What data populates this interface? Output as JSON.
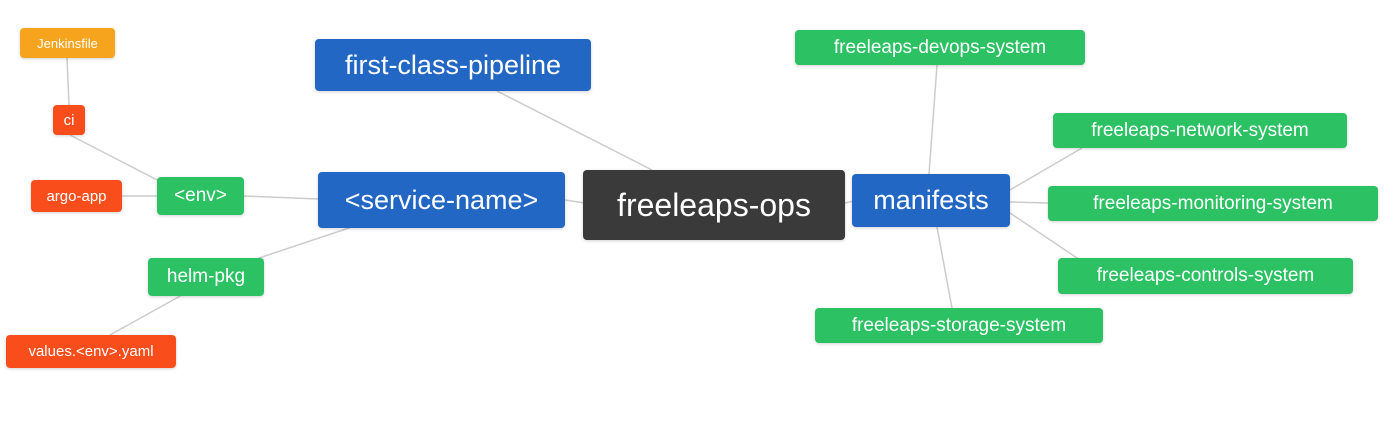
{
  "diagram": {
    "background_color": "#ffffff",
    "edge_color": "#cccccc",
    "colors": {
      "blue": "#2267c4",
      "green": "#2cc263",
      "orange": "#f6a41d",
      "red_orange": "#f94d1c",
      "dark": "#3a3a3a"
    },
    "nodes": {
      "freeleaps_ops": {
        "label": "freeleaps-ops",
        "color": "#3a3a3a"
      },
      "first_class_pipeline": {
        "label": "first-class-pipeline",
        "color": "#2267c4"
      },
      "service_name": {
        "label": "<service-name>",
        "color": "#2267c4"
      },
      "manifests": {
        "label": "manifests",
        "color": "#2267c4"
      },
      "env": {
        "label": "<env>",
        "color": "#2cc263"
      },
      "helm_pkg": {
        "label": "helm-pkg",
        "color": "#2cc263"
      },
      "jenkinsfile": {
        "label": "Jenkinsfile",
        "color": "#f6a41d"
      },
      "ci": {
        "label": "ci",
        "color": "#f94d1c"
      },
      "argo_app": {
        "label": "argo-app",
        "color": "#f94d1c"
      },
      "values_env_yaml": {
        "label": "values.<env>.yaml",
        "color": "#f94d1c"
      },
      "devops_system": {
        "label": "freeleaps-devops-system",
        "color": "#2cc263"
      },
      "network_system": {
        "label": "freeleaps-network-system",
        "color": "#2cc263"
      },
      "monitoring_system": {
        "label": "freeleaps-monitoring-system",
        "color": "#2cc263"
      },
      "controls_system": {
        "label": "freeleaps-controls-system",
        "color": "#2cc263"
      },
      "storage_system": {
        "label": "freeleaps-storage-system",
        "color": "#2cc263"
      }
    },
    "edges": [
      [
        "jenkinsfile",
        "ci"
      ],
      [
        "ci",
        "env"
      ],
      [
        "argo_app",
        "env"
      ],
      [
        "env",
        "service_name"
      ],
      [
        "helm_pkg",
        "service_name"
      ],
      [
        "values_env_yaml",
        "helm_pkg"
      ],
      [
        "first_class_pipeline",
        "freeleaps_ops"
      ],
      [
        "service_name",
        "freeleaps_ops"
      ],
      [
        "freeleaps_ops",
        "manifests"
      ],
      [
        "manifests",
        "devops_system"
      ],
      [
        "manifests",
        "network_system"
      ],
      [
        "manifests",
        "monitoring_system"
      ],
      [
        "manifests",
        "controls_system"
      ],
      [
        "manifests",
        "storage_system"
      ]
    ]
  }
}
